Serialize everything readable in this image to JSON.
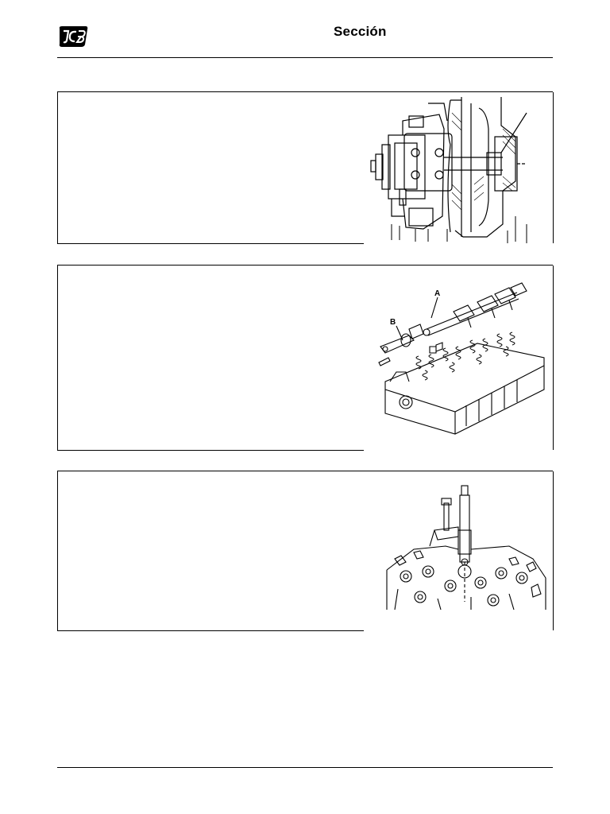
{
  "header": {
    "logo_text": "JCB",
    "section_label": "Sección"
  },
  "figures": {
    "fig2": {
      "label_a": "A",
      "label_b": "B"
    }
  }
}
